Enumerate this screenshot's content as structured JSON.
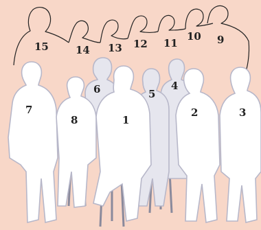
{
  "figure": {
    "background_color": "#f8d7c8",
    "labels": [
      "15",
      "14",
      "13",
      "12",
      "11",
      "10",
      "9",
      "7",
      "6",
      "8",
      "1",
      "5",
      "4",
      "2",
      "3"
    ]
  }
}
